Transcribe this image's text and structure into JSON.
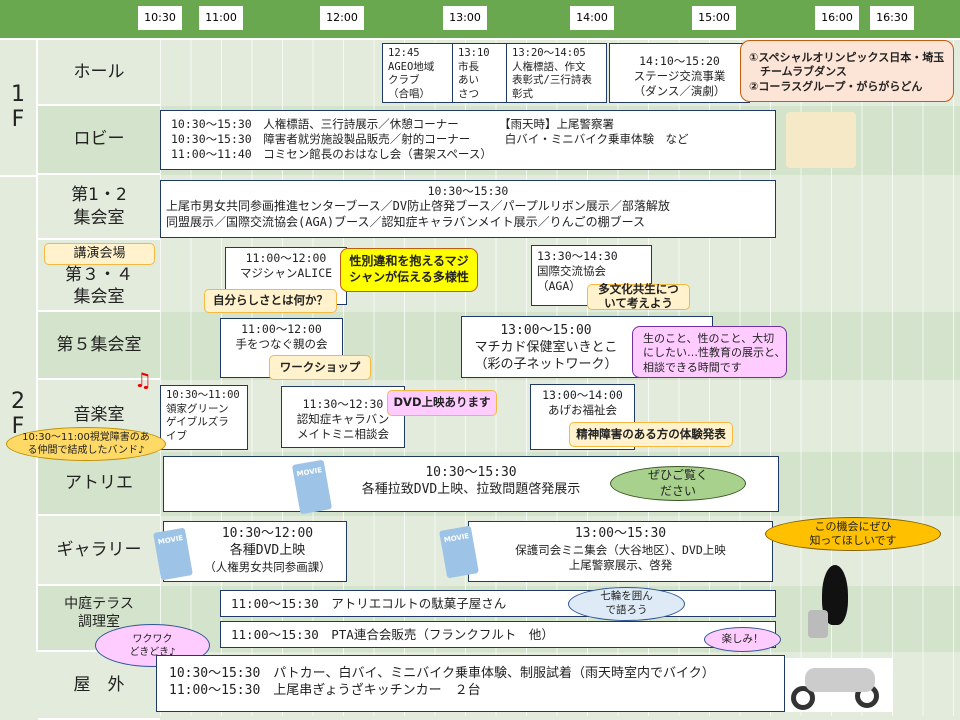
{
  "times": [
    "10:30",
    "11:00",
    "12:00",
    "13:00",
    "14:00",
    "15:00",
    "16:00",
    "16:30"
  ],
  "floors": {
    "f1": "1\nF",
    "f2": "2\nF"
  },
  "rooms": {
    "hall": "ホール",
    "lobby": "ロビー",
    "r12": "第1・2\n集会室",
    "r34": "第３・４\n集会室",
    "r34_tag": "講演会場",
    "r5": "第５集会室",
    "music": "音楽室",
    "atelier": "アトリエ",
    "gallery": "ギャラリー",
    "courtyard": "中庭テラス\n調理室",
    "outside": "屋　外"
  },
  "hall": {
    "e1": "12:45\nAGEO地域\nクラブ\n（合唱）",
    "e2": "13:10\n市長\nあい\nさつ",
    "e3": "13:20～14:05\n人権標語、作文\n表彰式/三行詩表\n彰式",
    "e4": "14:10～15:20\nステージ交流事業\n（ダンス／演劇）",
    "callout": "①スペシャルオリンピックス日本・埼玉\n　チームラブダンス\n②コーラスグループ・がらがらどん"
  },
  "lobby": {
    "lines": [
      "10:30～15:30　人権標語、三行詩展示／休憩コーナー　　　　【雨天時】上尾警察署",
      "10:30～15:30　障害者就労施設製品販売／射的コーナー　　　白バイ・ミニバイク乗車体験　など",
      "11:00～11:40　コミセン館長のおはなし会（書架スペース）"
    ]
  },
  "r12": {
    "time": "10:30～15:30",
    "text": "上尾市男女共同参画推進センターブース／DV防止啓発ブース／パープルリボン展示／部落解放\n同盟展示／国際交流協会(AGA)ブース／認知症キャラバンメイト展示／りんごの棚ブース"
  },
  "r34": {
    "e1": "11:00～12:00\nマジシャンALICE",
    "e1_callout": "性別違和を抱えるマジ\nシャンが伝える多様性",
    "e1_tag": "自分らしさとは何か？",
    "e2": "13:30～14:30\n国際交流協会\n（AGA）",
    "e2_tag": "多文化共生につ\nいて考えよう"
  },
  "r5": {
    "e1": "11:00～12:00\n手をつなぐ親の会",
    "e1_tag": "ワークショップ",
    "e2": "13:00～15:00\nマチカド保健室いきとこ\n（彩の子ネットワーク）",
    "e2_note": "生のこと、性のこと、大切\nにしたい…性教育の展示と、\n相談できる時間です"
  },
  "music": {
    "e1": "10:30～11:00\n領家グリーン\nゲイブルズラ\nイブ",
    "e1_callout": "10:30～11:00視覚障害のあ\nる仲間で結成したバンド♪",
    "e2": "11:30～12:30\n認知症キャラバン\nメイトミニ相談会",
    "e2_tag": "DVD上映あります",
    "e3": "13:00～14:00\nあげお福祉会",
    "e3_tag": "精神障害のある方の体験発表"
  },
  "atelier": {
    "time": "10:30～15:30",
    "text": "各種拉致DVD上映、拉致問題啓発展示",
    "callout": "ぜひご覧く\nださい",
    "icon_label": "MOVIE"
  },
  "gallery": {
    "e1_time": "10:30～12:00",
    "e1": "各種DVD上映",
    "e1_sub": "（人権男女共同参画課）",
    "e2_time": "13:00～15:30",
    "e2": "保護司会ミニ集会（大谷地区）、DVD上映\n上尾警察展示、啓発",
    "callout": "この機会にぜひ\n知ってほしいです",
    "icon_label": "MOVIE"
  },
  "courtyard": {
    "e1": "11:00～15:30　アトリエコルトの駄菓子屋さん",
    "e1_callout": "七輪を囲ん\nで語ろう",
    "e2": "11:00～15:30　PTA連合会販売（フランクフルト　他）",
    "e2_callout": "楽しみ！",
    "callout_left": "ワクワク\nどきどき♪"
  },
  "outside": {
    "lines": [
      "10:30～15:30　パトカー、白バイ、ミニバイク乗車体験、制服試着（雨天時室内でバイク）",
      "11:00～15:30　上尾串ぎょうざキッチンカー　２台"
    ]
  },
  "colors": {
    "header": "#6aa84f",
    "border": "#1f3864"
  }
}
